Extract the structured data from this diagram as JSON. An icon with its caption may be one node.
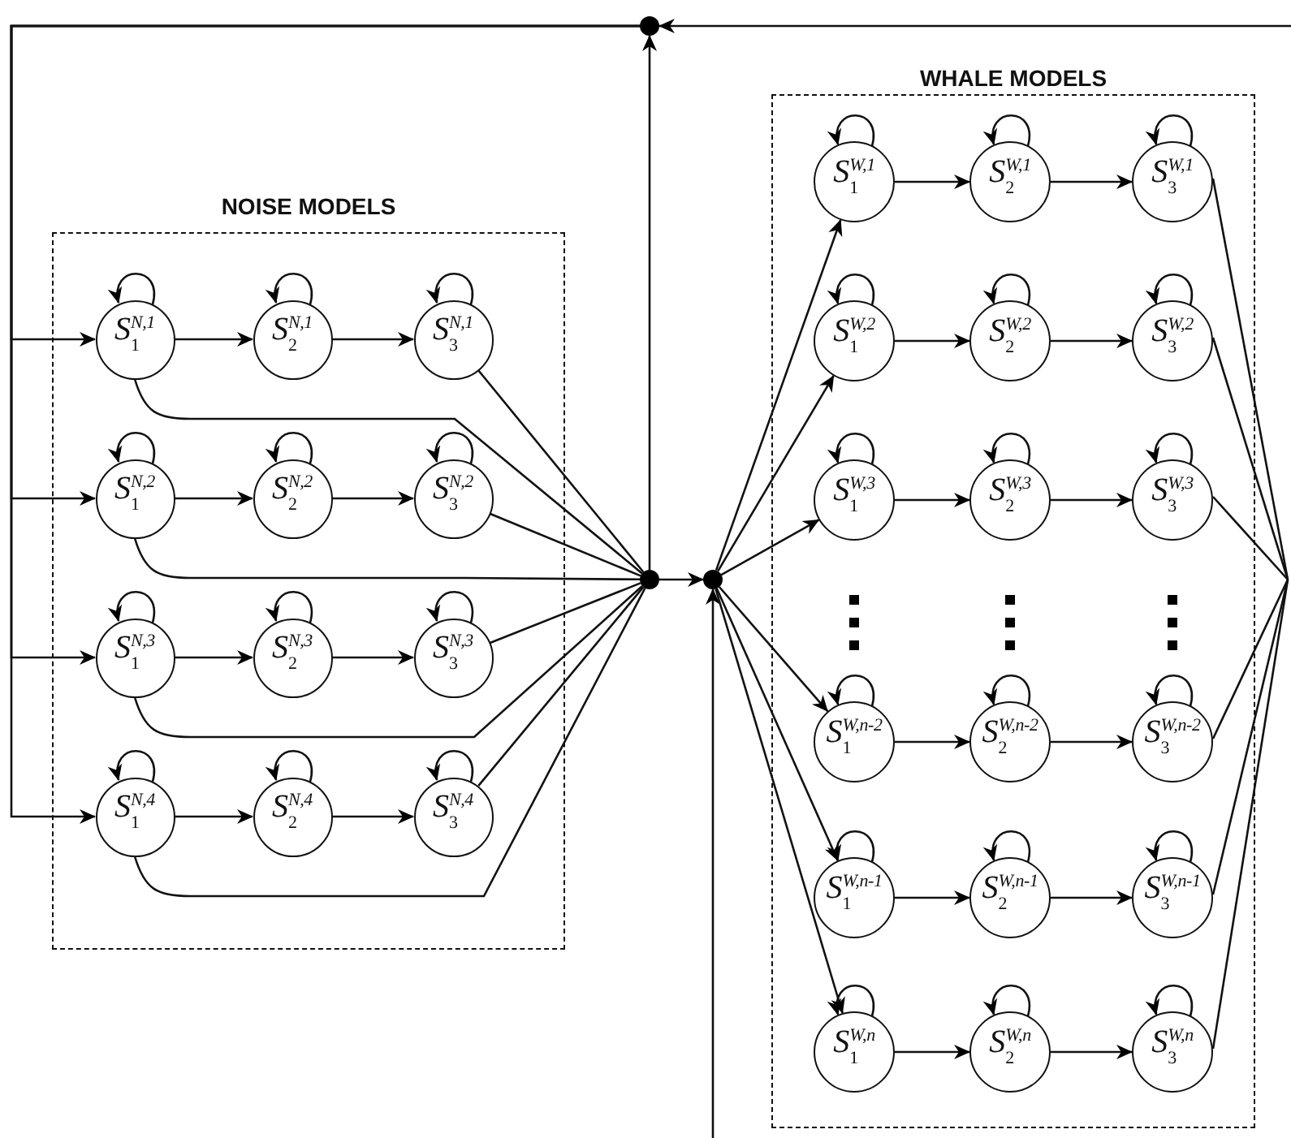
{
  "diagram": {
    "nodes": [
      {
        "text": [
          "NOISE MODELS"
        ]
      },
      {
        "text": [
          "S$_{1}$$^{N,1}$"
        ],
        "in": 0
      },
      {
        "text": [
          "S$_{2}$$^{N,1}$"
        ],
        "in": 0
      },
      {
        "text": [
          "S$_{3}$$^{N,1}$"
        ],
        "in": 0
      },
      {
        "text": [
          "S$_{1}$$^{N,2}$"
        ],
        "in": 0
      },
      {
        "text": [
          "S$_{2}$$^{N,2}$"
        ],
        "in": 0
      },
      {
        "text": [
          "S$_{3}$$^{N,2}$"
        ],
        "in": 0
      },
      {
        "text": [
          "S$_{1}$$^{N,3}$"
        ],
        "in": 0
      },
      {
        "text": [
          "S$_{2}$$^{N,3}$"
        ],
        "in": 0
      },
      {
        "text": [
          "S$_{3}$$^{N,3}$"
        ],
        "in": 0
      },
      {
        "text": [
          "S$_{1}$$^{N,4}$"
        ],
        "in": 0
      },
      {
        "text": [
          "S$_{2}$$^{N,4}$"
        ],
        "in": 0
      },
      {
        "text": [
          "S$_{3}$$^{N,4}$"
        ],
        "in": 0
      },
      {
        "text": [
          "WHALE MODELS"
        ]
      },
      {
        "text": [
          "S$_{1}$$^{W,1}$"
        ],
        "in": 13
      },
      {
        "text": [
          "S$_{2}$$^{W,1}$"
        ],
        "in": 13
      },
      {
        "text": [
          "S$_{3}$$^{W,1}$"
        ],
        "in": 13
      },
      {
        "text": [
          "S$_{1}$$^{W,2}$"
        ],
        "in": 13
      },
      {
        "text": [
          "S$_{2}$$^{W,2}$"
        ],
        "in": 13
      },
      {
        "text": [
          "S$_{3}$$^{W,2}$"
        ],
        "in": 13
      },
      {
        "text": [
          "S$_{1}$$^{W,3}$"
        ],
        "in": 13
      },
      {
        "text": [
          "S$_{2}$$^{W,3}$"
        ],
        "in": 13
      },
      {
        "text": [
          "S$_{3}$$^{W,3}$"
        ],
        "in": 13
      },
      {
        "text": [
          "S$_{1}$$^{W,n-2}$"
        ],
        "in": 13
      },
      {
        "text": [
          "S$_{2}$$^{W,n-2}$"
        ],
        "in": 13
      },
      {
        "text": [
          "S$_{3}$$^{W,n-2}$"
        ],
        "in": 13
      },
      {
        "text": [
          "S$_{1}$$^{W,n-1}$"
        ],
        "in": 13
      },
      {
        "text": [
          "S$_{2}$$^{W,n-1}$"
        ],
        "in": 13
      },
      {
        "text": [
          "S$_{3}$$^{W,n-1}$"
        ],
        "in": 13
      },
      {
        "text": [
          "S$_{1}$$^{W,n}$"
        ],
        "in": 13
      },
      {
        "text": [
          "S$_{2}$$^{W,n}$"
        ],
        "in": 13
      },
      {
        "text": [
          "S$_{3}$$^{W,n}$"
        ],
        "in": 13
      },
      {
        "text": [],
        "shape": "circle"
      },
      {
        "text": [],
        "shape": "circle"
      },
      {
        "text": [],
        "shape": "circle"
      }
    ],
    "edges": [
      {
        "from": 1,
        "to": 1,
        "arrow": "to"
      },
      {
        "from": 2,
        "to": 2,
        "arrow": "to"
      },
      {
        "from": 3,
        "to": 3,
        "arrow": "to"
      },
      {
        "from": 4,
        "to": 4,
        "arrow": "to"
      },
      {
        "from": 5,
        "to": 5,
        "arrow": "to"
      },
      {
        "from": 6,
        "to": 6,
        "arrow": "to"
      },
      {
        "from": 7,
        "to": 7,
        "arrow": "to"
      },
      {
        "from": 8,
        "to": 8,
        "arrow": "to"
      },
      {
        "from": 9,
        "to": 9,
        "arrow": "to"
      },
      {
        "from": 10,
        "to": 10,
        "arrow": "to"
      },
      {
        "from": 11,
        "to": 11,
        "arrow": "to"
      },
      {
        "from": 12,
        "to": 12,
        "arrow": "to"
      },
      {
        "from": 14,
        "to": 14,
        "arrow": "to"
      },
      {
        "from": 15,
        "to": 15,
        "arrow": "to"
      },
      {
        "from": 16,
        "to": 16,
        "arrow": "to"
      },
      {
        "from": 17,
        "to": 17,
        "arrow": "to"
      },
      {
        "from": 18,
        "to": 18,
        "arrow": "to"
      },
      {
        "from": 19,
        "to": 19,
        "arrow": "to"
      },
      {
        "from": 20,
        "to": 20,
        "arrow": "to"
      },
      {
        "from": 21,
        "to": 21,
        "arrow": "to"
      },
      {
        "from": 22,
        "to": 22,
        "arrow": "to"
      },
      {
        "from": 23,
        "to": 23,
        "arrow": "to"
      },
      {
        "from": 24,
        "to": 24,
        "arrow": "to"
      },
      {
        "from": 25,
        "to": 25,
        "arrow": "to"
      },
      {
        "from": 26,
        "to": 26,
        "arrow": "to"
      },
      {
        "from": 27,
        "to": 27,
        "arrow": "to"
      },
      {
        "from": 28,
        "to": 28,
        "arrow": "to"
      },
      {
        "from": 29,
        "to": 29,
        "arrow": "to"
      },
      {
        "from": 30,
        "to": 30,
        "arrow": "to"
      },
      {
        "from": 31,
        "to": 31,
        "arrow": "to"
      },
      {
        "from": 1,
        "to": 2,
        "arrow": "to"
      },
      {
        "from": 2,
        "to": 3,
        "arrow": "to"
      },
      {
        "from": 4,
        "to": 5,
        "arrow": "to"
      },
      {
        "from": 5,
        "to": 6,
        "arrow": "to"
      },
      {
        "from": 7,
        "to": 8,
        "arrow": "to"
      },
      {
        "from": 8,
        "to": 9,
        "arrow": "to"
      },
      {
        "from": 10,
        "to": 11,
        "arrow": "to"
      },
      {
        "from": 11,
        "to": 12,
        "arrow": "to"
      },
      {
        "from": 14,
        "to": 15,
        "arrow": "to"
      },
      {
        "from": 15,
        "to": 16,
        "arrow": "to"
      },
      {
        "from": 17,
        "to": 18,
        "arrow": "to"
      },
      {
        "from": 18,
        "to": 19,
        "arrow": "to"
      },
      {
        "from": 20,
        "to": 21,
        "arrow": "to"
      },
      {
        "from": 21,
        "to": 22,
        "arrow": "to"
      },
      {
        "from": 23,
        "to": 24,
        "arrow": "to"
      },
      {
        "from": 24,
        "to": 25,
        "arrow": "to"
      },
      {
        "from": 26,
        "to": 27,
        "arrow": "to"
      },
      {
        "from": 27,
        "to": 28,
        "arrow": "to"
      },
      {
        "from": 29,
        "to": 30,
        "arrow": "to"
      },
      {
        "from": 30,
        "to": 31,
        "arrow": "to"
      },
      {
        "from": 34,
        "to": 1,
        "arrow": "to"
      },
      {
        "from": 34,
        "to": 4,
        "arrow": "to"
      },
      {
        "from": 34,
        "to": 7,
        "arrow": "to"
      },
      {
        "from": 34,
        "to": 10,
        "arrow": "to"
      },
      {
        "from": 3,
        "to": 32,
        "arrow": "none"
      },
      {
        "from": 6,
        "to": 32,
        "arrow": "none"
      },
      {
        "from": 9,
        "to": 32,
        "arrow": "none"
      },
      {
        "from": 12,
        "to": 32,
        "arrow": "none"
      },
      {
        "from": 1,
        "to": 32,
        "arrow": "none"
      },
      {
        "from": 4,
        "to": 32,
        "arrow": "none"
      },
      {
        "from": 7,
        "to": 32,
        "arrow": "none"
      },
      {
        "from": 10,
        "to": 32,
        "arrow": "none"
      },
      {
        "from": 32,
        "to": 33,
        "arrow": "to"
      },
      {
        "from": 32,
        "to": 34,
        "arrow": "to"
      },
      {
        "from": null,
        "to": 34,
        "arrow": "to"
      },
      {
        "from": null,
        "to": 33,
        "arrow": "to"
      },
      {
        "from": 33,
        "to": 14,
        "arrow": "to"
      },
      {
        "from": 33,
        "to": 17,
        "arrow": "to"
      },
      {
        "from": 33,
        "to": 20,
        "arrow": "to"
      },
      {
        "from": 33,
        "to": 23,
        "arrow": "to"
      },
      {
        "from": 33,
        "to": 26,
        "arrow": "to"
      },
      {
        "from": 33,
        "to": 29,
        "arrow": "to"
      },
      {
        "from": 16,
        "to": null,
        "arrow": "none"
      },
      {
        "from": 19,
        "to": null,
        "arrow": "none"
      },
      {
        "from": 22,
        "to": null,
        "arrow": "none"
      },
      {
        "from": 25,
        "to": null,
        "arrow": "none"
      },
      {
        "from": 28,
        "to": null,
        "arrow": "none"
      },
      {
        "from": 31,
        "to": null,
        "arrow": "none"
      }
    ]
  }
}
